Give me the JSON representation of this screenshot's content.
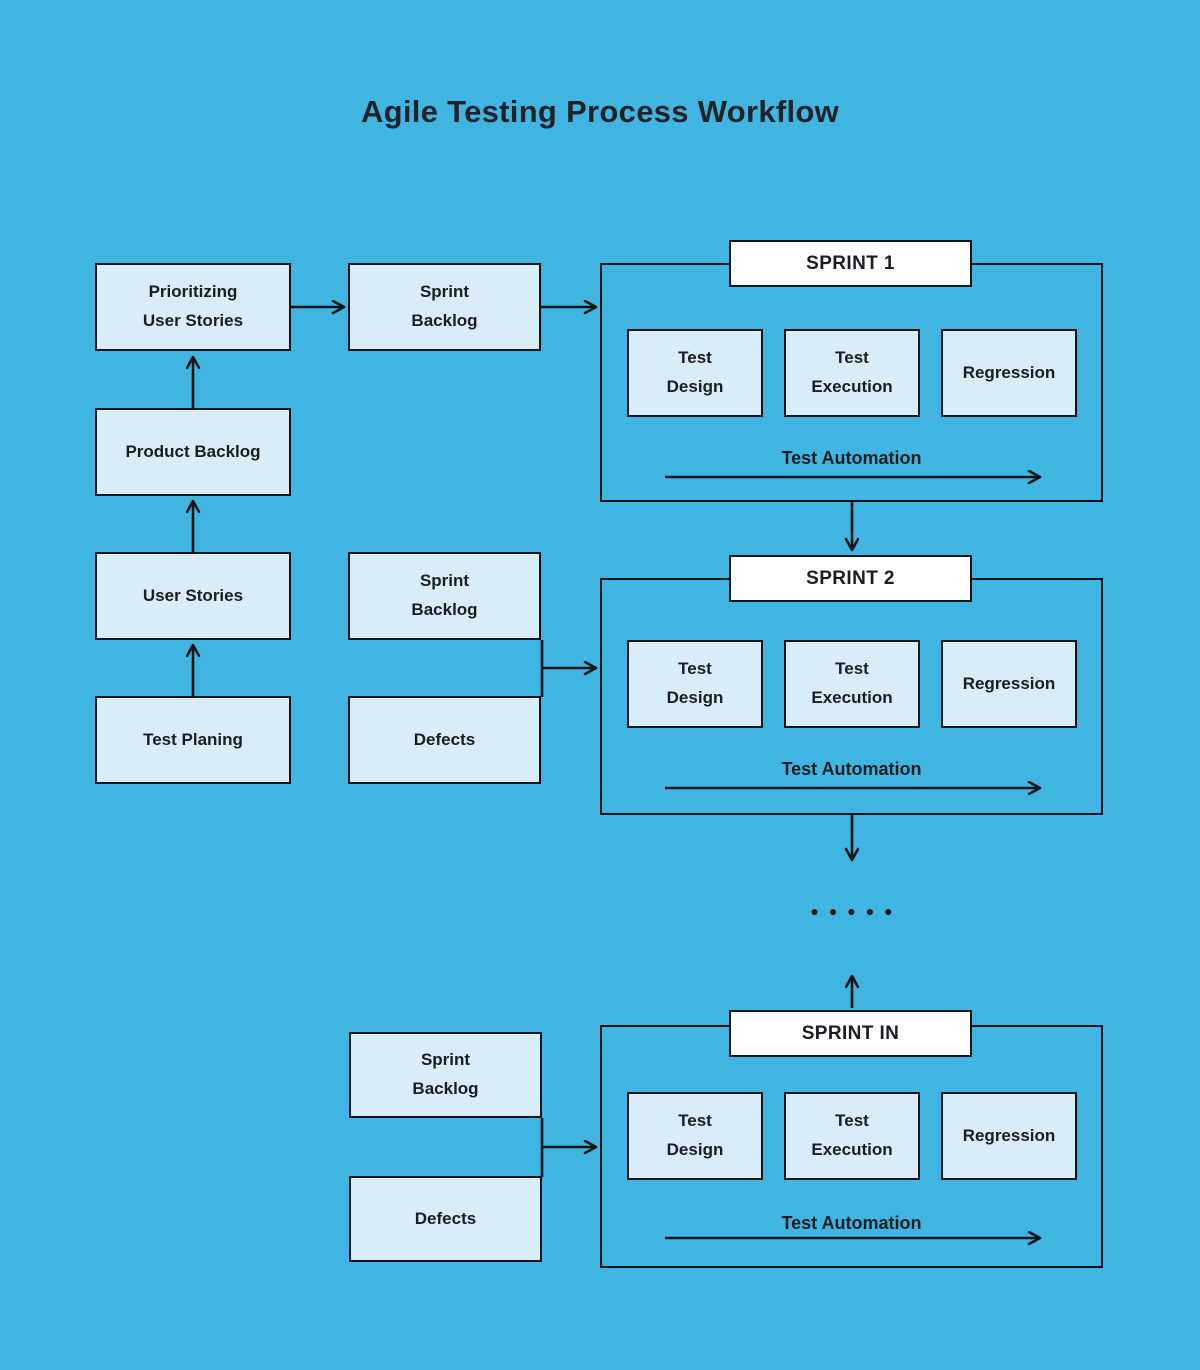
{
  "title": "Agile Testing Process Workflow",
  "colors": {
    "background": "#41b5e2",
    "node_fill": "#d9edf8",
    "node_border": "#111416",
    "label_fill": "#ffffff",
    "text": "#1a1d21",
    "arrow": "#111416"
  },
  "nodes": {
    "prioritizing_user_stories": "Prioritizing\nUser Stories",
    "product_backlog": "Product Backlog",
    "user_stories": "User Stories",
    "test_planing": "Test Planing",
    "sprint1_backlog": "Sprint\nBacklog",
    "sprint2_backlog": "Sprint\nBacklog",
    "sprint2_defects": "Defects",
    "sprintn_backlog": "Sprint\nBacklog",
    "sprintn_defects": "Defects"
  },
  "sprints": [
    {
      "title": "SPRINT 1",
      "steps": [
        "Test\nDesign",
        "Test\nExecution",
        "Regression"
      ],
      "automation": "Test Automation"
    },
    {
      "title": "SPRINT 2",
      "steps": [
        "Test\nDesign",
        "Test\nExecution",
        "Regression"
      ],
      "automation": "Test Automation"
    },
    {
      "title": "SPRINT IN",
      "steps": [
        "Test\nDesign",
        "Test\nExecution",
        "Regression"
      ],
      "automation": "Test Automation"
    }
  ],
  "ellipsis": "●●●●●"
}
